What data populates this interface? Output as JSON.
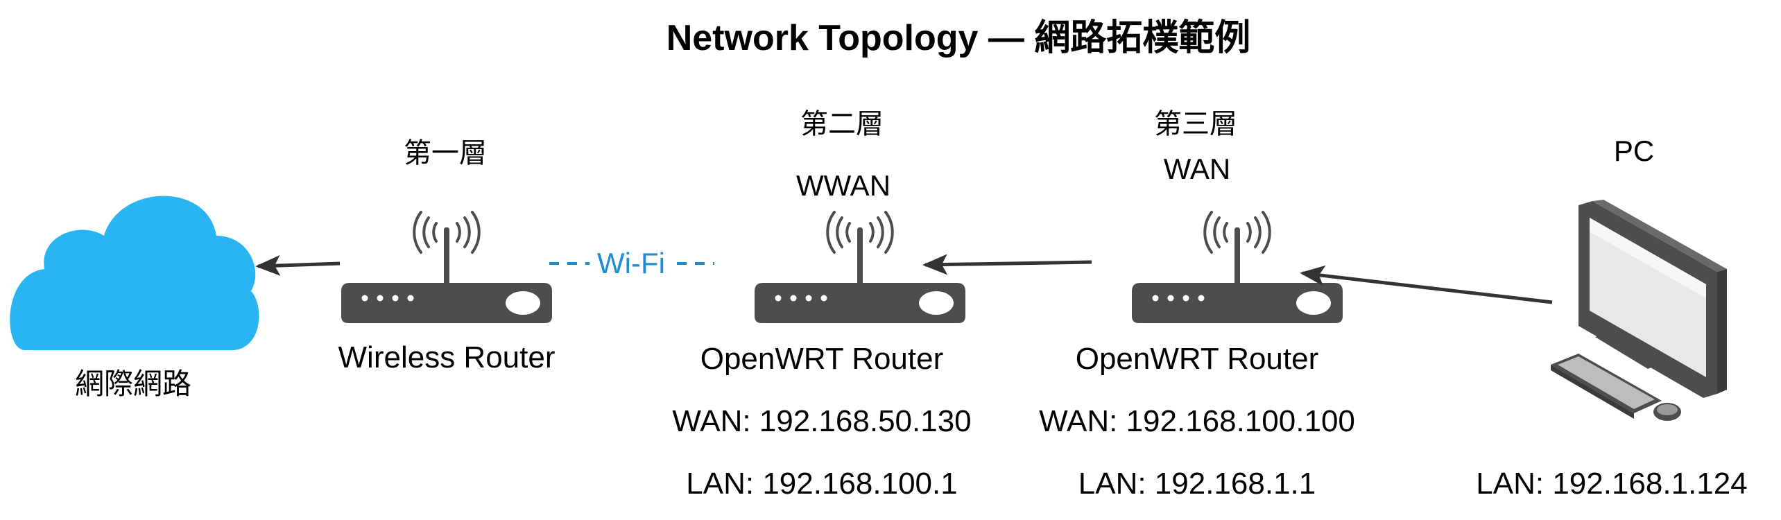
{
  "title": "Network Topology — 網路拓樸範例",
  "colors": {
    "cloud": "#2AB4F2",
    "device": "#4D4D4D",
    "wifi": "#1D8ED1",
    "arrow": "#333333",
    "text": "#000000"
  },
  "nodes": {
    "internet": {
      "icon": "cloud-icon",
      "label": "網際網路"
    },
    "router1": {
      "icon": "wireless-router-icon",
      "layer": "第一層",
      "name": "Wireless Router"
    },
    "router2": {
      "icon": "wireless-router-icon",
      "layer": "第二層",
      "role": "WWAN",
      "name": "OpenWRT Router",
      "wan": "WAN: 192.168.50.130",
      "lan": "LAN: 192.168.100.1"
    },
    "router3": {
      "icon": "wireless-router-icon",
      "layer": "第三層",
      "role": "WAN",
      "name": "OpenWRT Router",
      "wan": "WAN: 192.168.100.100",
      "lan": "LAN: 192.168.1.1"
    },
    "pc": {
      "icon": "desktop-computer-icon",
      "name": "PC",
      "lan": "LAN: 192.168.1.124"
    }
  },
  "links": {
    "wifi_label": "Wi-Fi"
  }
}
